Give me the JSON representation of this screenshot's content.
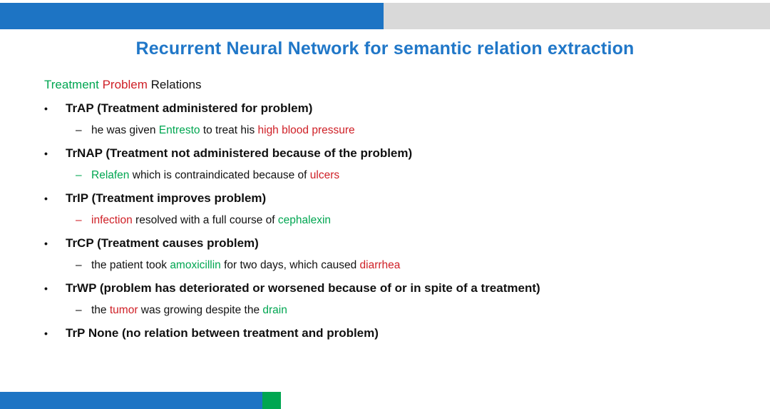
{
  "colors": {
    "text": "#111111",
    "green": "#00A651",
    "red": "#CF2027",
    "title_blue": "#2077C8",
    "bar_blue": "#1D74C4",
    "bar_gray": "#D9D9D9",
    "bar_green": "#00A651"
  },
  "slide": {
    "title": "Recurrent Neural Network for semantic relation extraction",
    "bullet_glyph": "•",
    "dash_glyph": "–",
    "heading_segments": [
      {
        "text": "Treatment ",
        "color": "green"
      },
      {
        "text": "Problem ",
        "color": "red"
      },
      {
        "text": "Relations",
        "color": "text"
      }
    ],
    "relations": [
      {
        "label": "TrAP (Treatment administered for problem)",
        "example_segments": [
          {
            "text": "he was given ",
            "color": "text"
          },
          {
            "text": "Entresto",
            "color": "green"
          },
          {
            "text": " to treat his ",
            "color": "text"
          },
          {
            "text": "high blood pressure",
            "color": "red"
          }
        ]
      },
      {
        "label": "TrNAP (Treatment not administered because of the problem)",
        "example_segments": [
          {
            "text": "Relafen",
            "color": "green"
          },
          {
            "text": " which is contraindicated because of ",
            "color": "text"
          },
          {
            "text": "ulcers",
            "color": "red"
          }
        ]
      },
      {
        "label": "TrIP (Treatment improves problem)",
        "example_segments": [
          {
            "text": "infection",
            "color": "red"
          },
          {
            "text": " resolved with a full course of ",
            "color": "text"
          },
          {
            "text": "cephalexin",
            "color": "green"
          }
        ]
      },
      {
        "label": "TrCP (Treatment causes problem)",
        "example_segments": [
          {
            "text": "the patient took ",
            "color": "text"
          },
          {
            "text": "amoxicillin",
            "color": "green"
          },
          {
            "text": " for two days, which caused ",
            "color": "text"
          },
          {
            "text": "diarrhea",
            "color": "red"
          }
        ]
      },
      {
        "label": "TrWP (problem has deteriorated or worsened because of or in spite of a treatment)",
        "example_segments": [
          {
            "text": "the ",
            "color": "text"
          },
          {
            "text": "tumor",
            "color": "red"
          },
          {
            "text": " was growing despite the ",
            "color": "text"
          },
          {
            "text": "drain",
            "color": "green"
          }
        ]
      },
      {
        "label": "TrP None (no relation between treatment and problem)",
        "example_segments": []
      }
    ]
  }
}
